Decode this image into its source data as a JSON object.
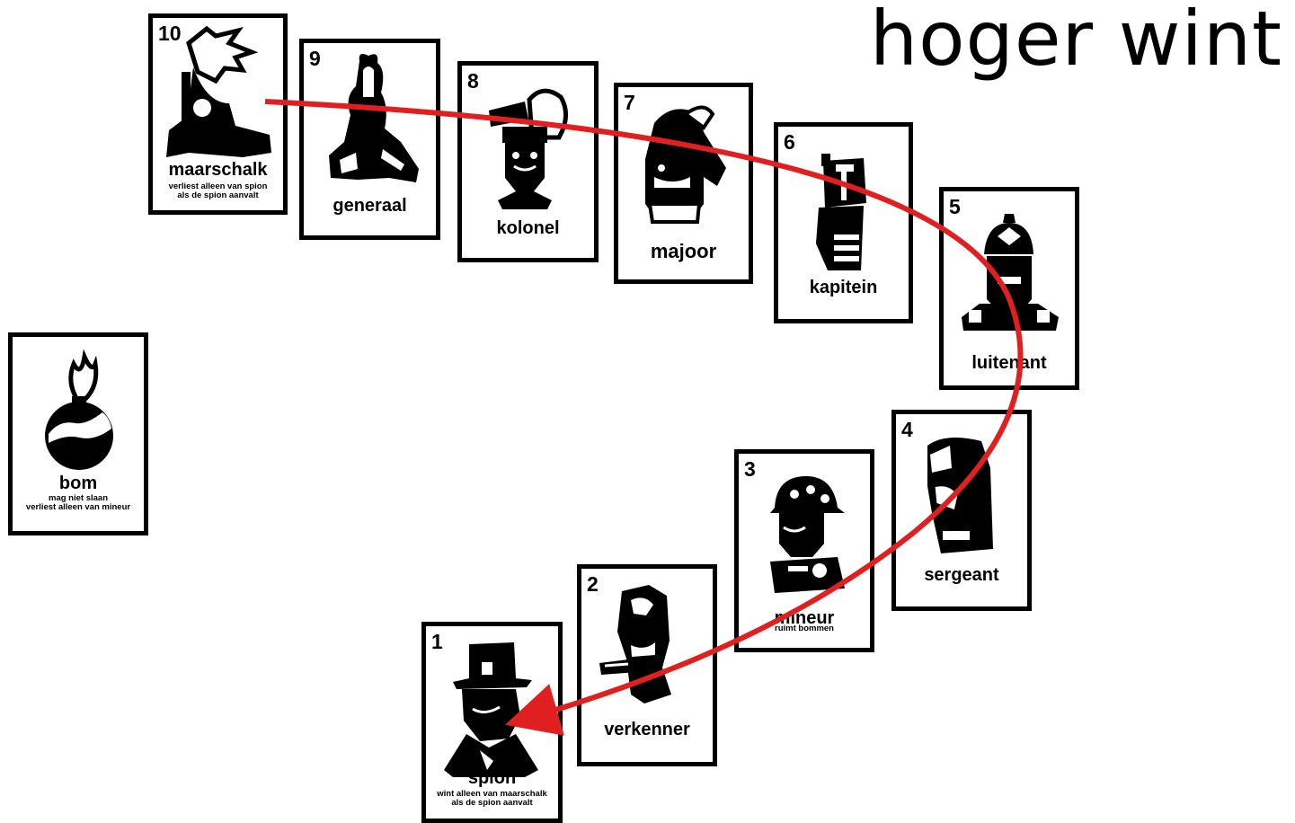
{
  "title": "hoger wint",
  "cards": {
    "marshal": {
      "rank": "10",
      "name": "maarschalk",
      "desc1": "verliest alleen van spion",
      "desc2": "als de spion aanvalt",
      "icon": "marshal-figure-icon"
    },
    "general": {
      "rank": "9",
      "name": "generaal",
      "icon": "general-figure-icon"
    },
    "colonel": {
      "rank": "8",
      "name": "kolonel",
      "icon": "colonel-figure-icon"
    },
    "major": {
      "rank": "7",
      "name": "majoor",
      "icon": "major-figure-icon"
    },
    "captain": {
      "rank": "6",
      "name": "kapitein",
      "icon": "captain-figure-icon"
    },
    "lieutenant": {
      "rank": "5",
      "name": "luitenant",
      "icon": "lieutenant-figure-icon"
    },
    "sergeant": {
      "rank": "4",
      "name": "sergeant",
      "icon": "sergeant-figure-icon"
    },
    "miner": {
      "rank": "3",
      "name": "mineur",
      "desc1": "ruimt bommen",
      "icon": "miner-figure-icon"
    },
    "scout": {
      "rank": "2",
      "name": "verkenner",
      "icon": "scout-figure-icon"
    },
    "spy": {
      "rank": "1",
      "name": "spion",
      "desc1": "wint alleen van maarschalk",
      "desc2": "als de spion aanvalt",
      "icon": "spy-figure-icon"
    },
    "bomb": {
      "name": "bom",
      "desc1": "mag niet slaan",
      "desc2": "verliest alleen van mineur",
      "icon": "bomb-icon"
    }
  },
  "arrow": {
    "color": "#e02020",
    "from": "maarschalk",
    "to": "spion"
  }
}
